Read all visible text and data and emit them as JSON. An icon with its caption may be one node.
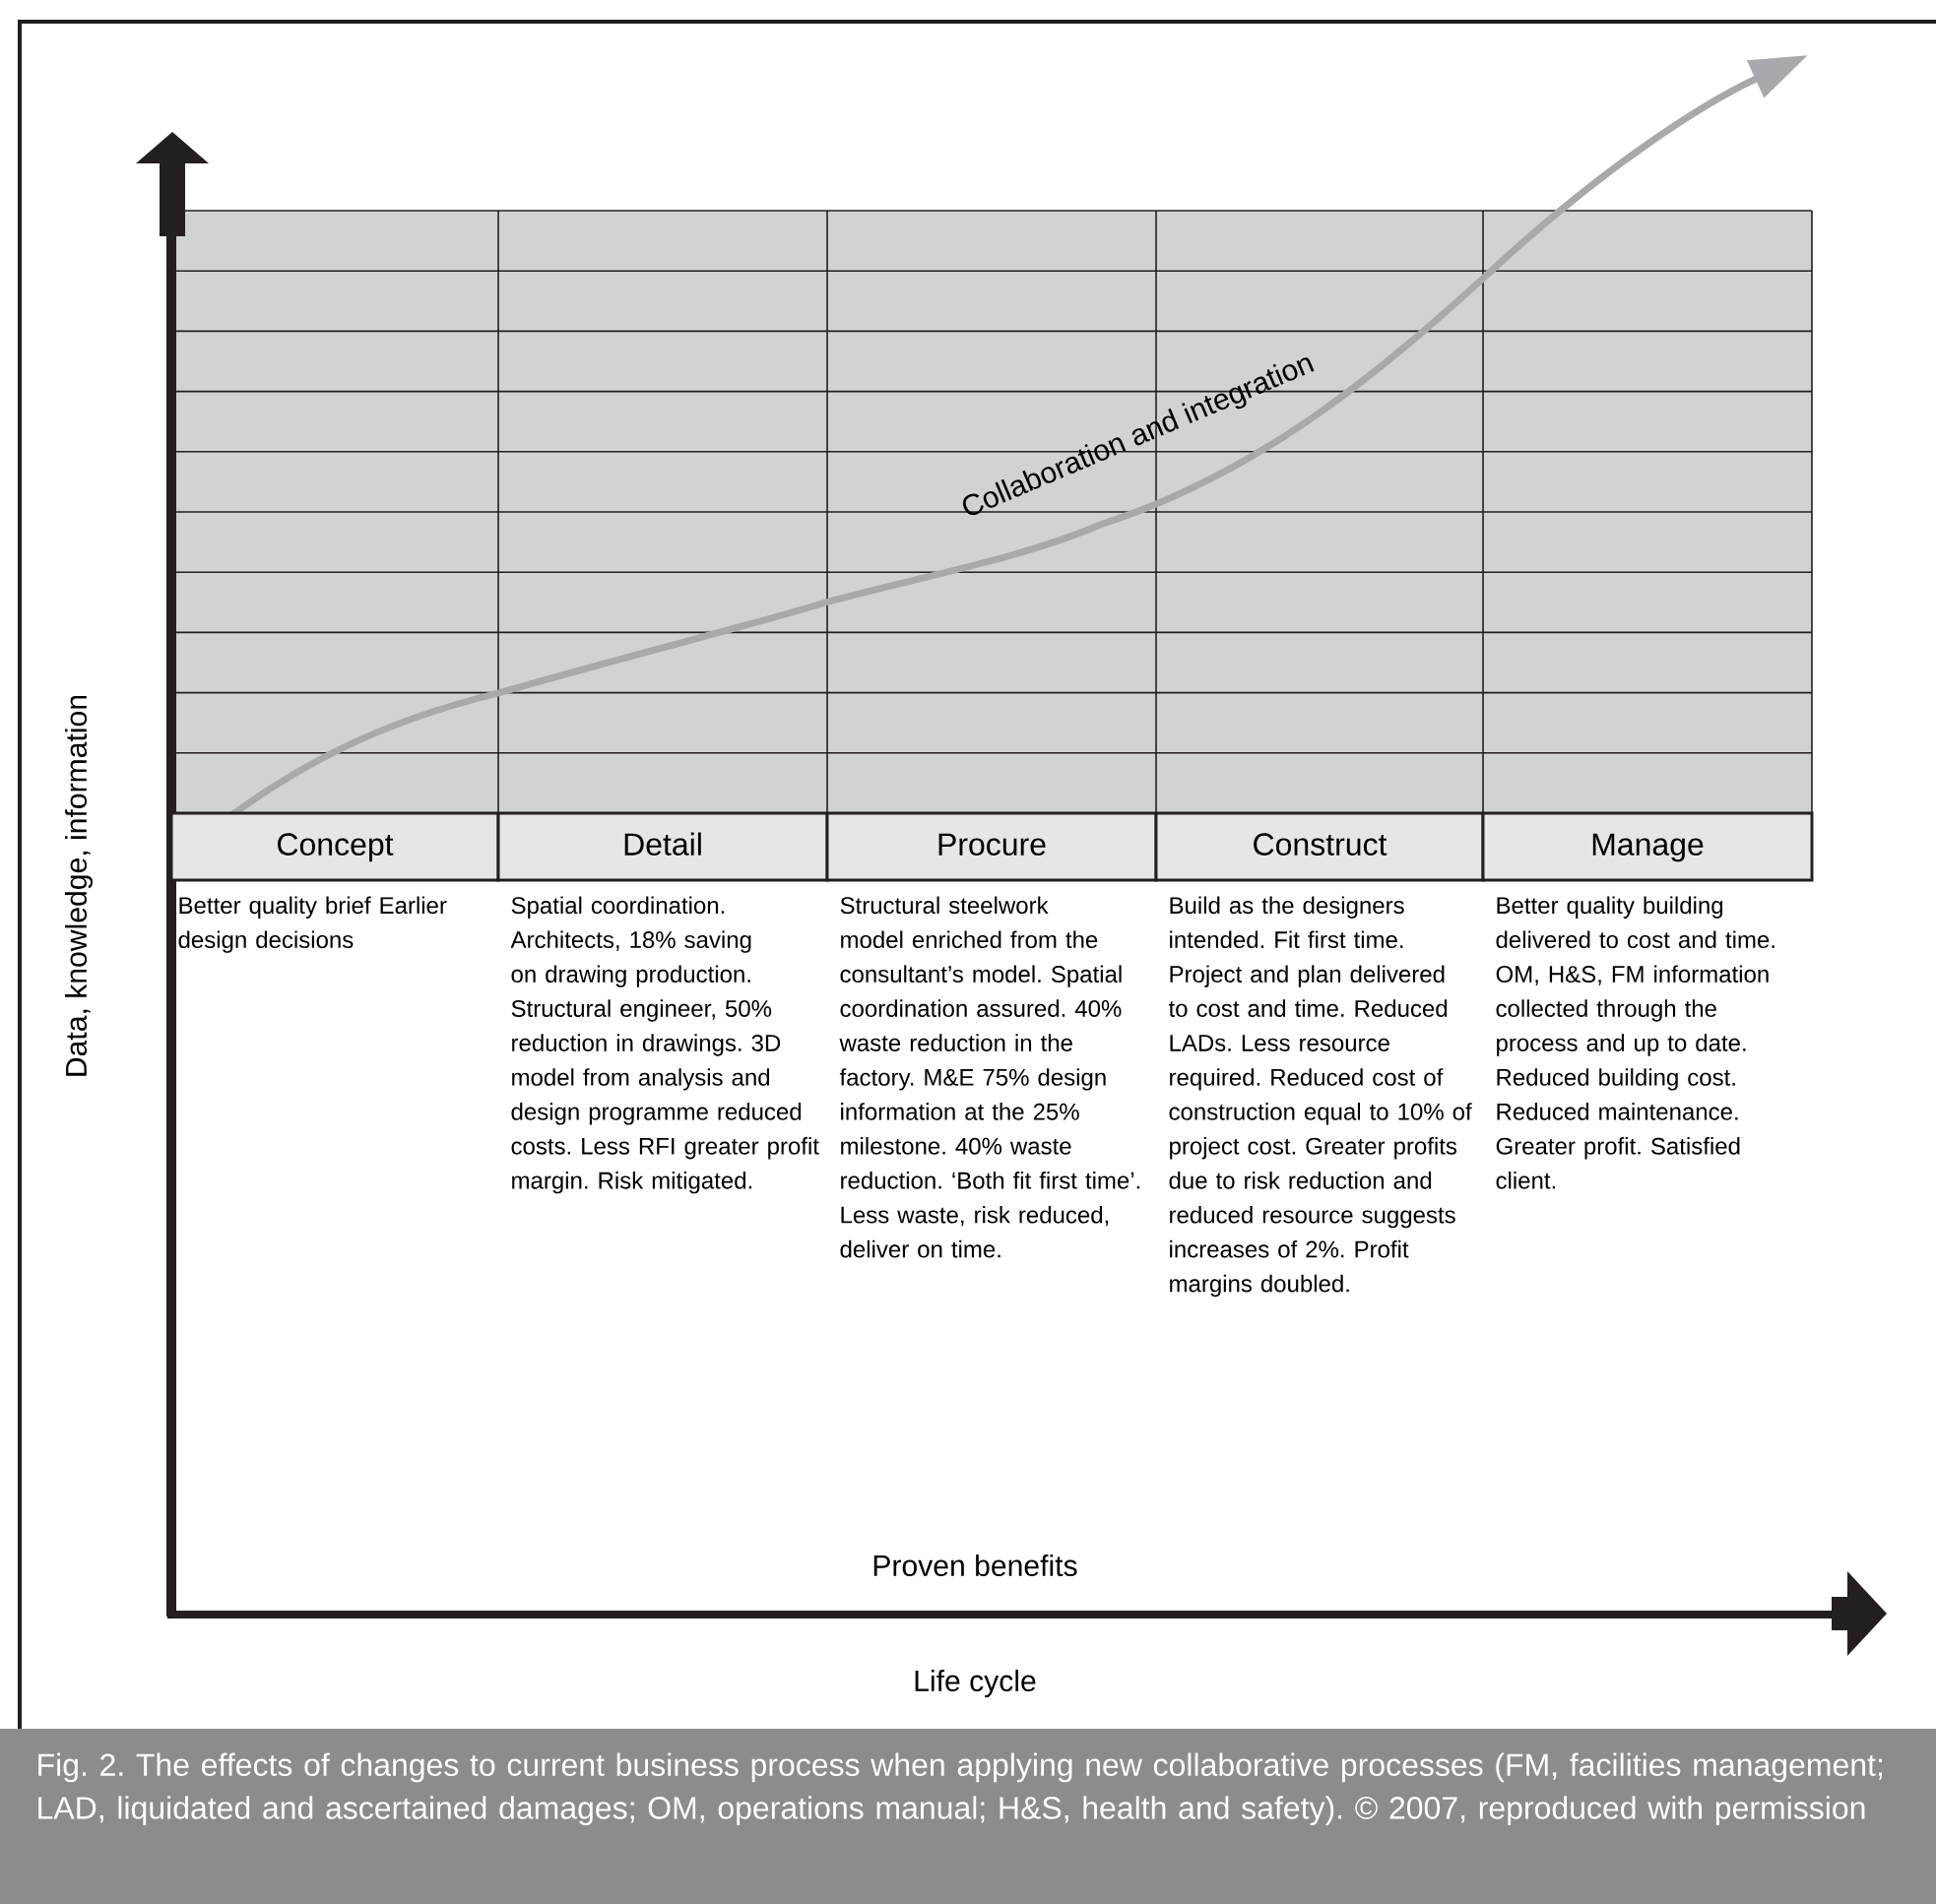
{
  "diagram": {
    "caption": "Fig. 2. The effects of changes to current business process when applying new collaborative processes (FM, facilities management; LAD, liquidated and ascertained damages; OM, operations manual; H&S, health and safety). © 2007, reproduced with permission",
    "nodes": [
      {
        "text": [
          "Concept"
        ]
      },
      {
        "text": [
          "Detail"
        ]
      },
      {
        "text": [
          "Procure"
        ]
      },
      {
        "text": [
          "Construct"
        ]
      },
      {
        "text": [
          "Manage"
        ]
      }
    ],
    "labels": [
      "Collaboration and integration",
      "Data, knowledge, information",
      "Better quality brief Earlier design decisions",
      "Spatial coordination. Architects, 18% saving on drawing production. Structural engineer, 50% reduction in drawings. 3D model from analysis and design programme reduced costs. Less RFI greater profit margin. Risk mitigated.",
      "Structural steelwork model enriched from the consultant’s model. Spatial coordination assured. 40% waste reduction in the factory. M&E 75% design information at the 25% milestone. 40% waste reduction. ‘Both fit first time’. Less waste, risk reduced, deliver on time.",
      "Build as the designers intended. Fit first time. Project and plan delivered to cost and time. Reduced LADs. Less resource required. Reduced cost of construction equal to 10% of project cost. Greater profits due to risk reduction and reduced resource suggests increases of 2%. Profit margins doubled.",
      "Better quality building delivered to cost and time. OM, H&S, FM information collected through the process and up to date. Reduced building cost. Reduced maintenance. Greater profit. Satisfied client.",
      "Proven benefits",
      "Life cycle"
    ]
  }
}
